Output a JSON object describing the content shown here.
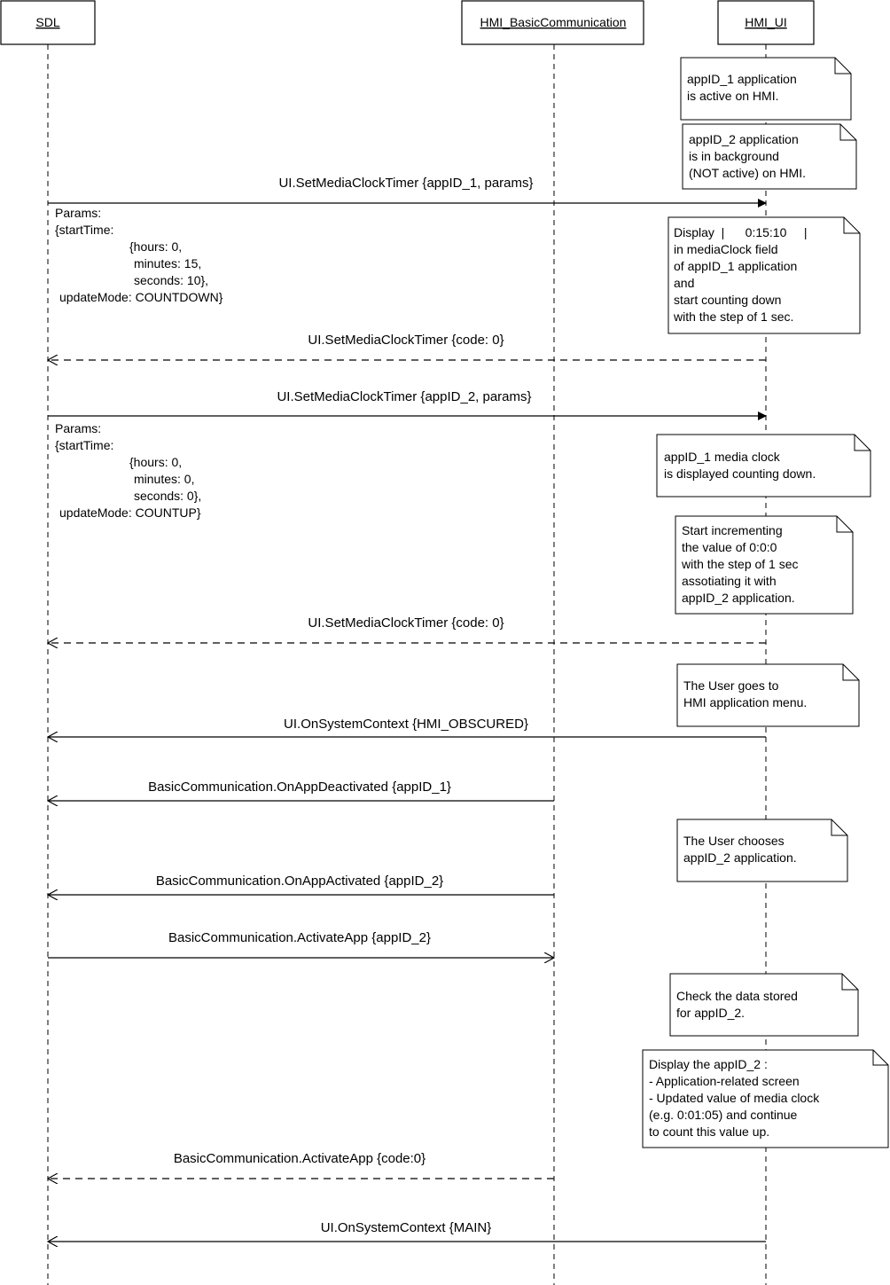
{
  "actors": [
    {
      "id": "sdl",
      "label": "SDL"
    },
    {
      "id": "hmi_bc",
      "label": "HMI_BasicCommunication"
    },
    {
      "id": "hmi_ui",
      "label": "HMI_UI"
    }
  ],
  "notes": [
    [
      "appID_1 application",
      "is active on HMI."
    ],
    [
      "appID_2 application",
      "is in background",
      "(NOT active) on HMI."
    ],
    [
      "Display  |      0:15:10     |",
      "in mediaClock field",
      "of appID_1 application",
      "and",
      "start counting down",
      "with the step of 1 sec."
    ],
    [
      "appID_1 media clock",
      "is displayed counting down."
    ],
    [
      "Start incrementing",
      "the value of 0:0:0",
      "with the step of 1 sec",
      "assotiating it with",
      "appID_2 application."
    ],
    [
      "The User goes to",
      "HMI application menu."
    ],
    [
      "The User chooses",
      "appID_2 application."
    ],
    [
      "Check the data stored",
      "for appID_2."
    ],
    [
      "Display the appID_2 :",
      "- Application-related screen",
      "- Updated value of media clock",
      "(e.g. 0:01:05) and continue",
      "to count this value up."
    ]
  ],
  "messages": [
    {
      "label": "UI.SetMediaClockTimer {appID_1, params}",
      "from": "SDL",
      "to": "HMI_UI",
      "style": "solid"
    },
    {
      "label": "UI.SetMediaClockTimer {code: 0}",
      "from": "HMI_UI",
      "to": "SDL",
      "style": "dashed"
    },
    {
      "label": "UI.SetMediaClockTimer {appID_2, params}",
      "from": "SDL",
      "to": "HMI_UI",
      "style": "solid"
    },
    {
      "label": "UI.SetMediaClockTimer {code: 0}",
      "from": "HMI_UI",
      "to": "SDL",
      "style": "dashed"
    },
    {
      "label": "UI.OnSystemContext {HMI_OBSCURED}",
      "from": "HMI_UI",
      "to": "SDL",
      "style": "solid"
    },
    {
      "label": "BasicCommunication.OnAppDeactivated {appID_1}",
      "from": "HMI_BasicCommunication",
      "to": "SDL",
      "style": "solid"
    },
    {
      "label": "BasicCommunication.OnAppActivated {appID_2}",
      "from": "HMI_BasicCommunication",
      "to": "SDL",
      "style": "solid"
    },
    {
      "label": "BasicCommunication.ActivateApp {appID_2}",
      "from": "SDL",
      "to": "HMI_BasicCommunication",
      "style": "solid"
    },
    {
      "label": "BasicCommunication.ActivateApp {code:0}",
      "from": "HMI_BasicCommunication",
      "to": "SDL",
      "style": "dashed"
    },
    {
      "label": "UI.OnSystemContext {MAIN}",
      "from": "HMI_UI",
      "to": "SDL",
      "style": "solid"
    }
  ],
  "params": [
    [
      "Params:",
      "{startTime:",
      "{hours: 0,",
      "minutes: 15,",
      "seconds: 10},",
      "updateMode: COUNTDOWN}"
    ],
    [
      "Params:",
      "{startTime:",
      "{hours: 0,",
      "minutes: 0,",
      "seconds: 0},",
      "updateMode: COUNTUP}"
    ]
  ]
}
